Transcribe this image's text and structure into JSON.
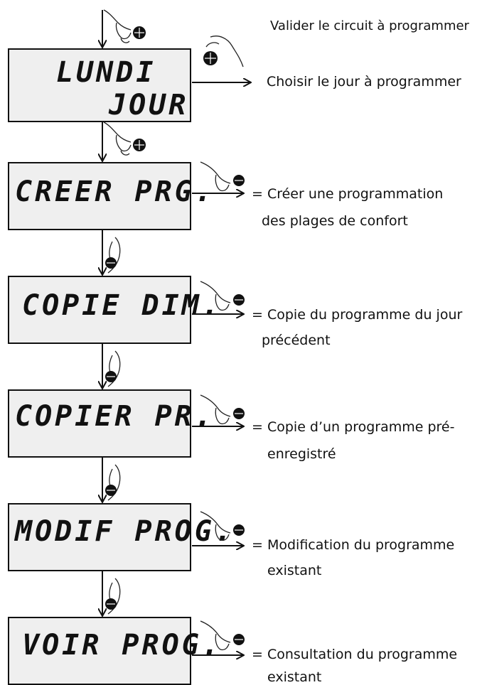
{
  "screens": [
    {
      "line1": "LUNDI",
      "line2": "JOUR"
    },
    {
      "text": "CREER PRG."
    },
    {
      "text": "COPIE DIM."
    },
    {
      "text": "COPIER PR."
    },
    {
      "text": "MODIF PROG."
    },
    {
      "text": "VOIR PROG."
    }
  ],
  "annotations": {
    "validate": "Valider le circuit à programmer",
    "choose_day": "Choisir le jour à programmer",
    "create": {
      "line1": "= Créer une programmation",
      "line2": "des plages de confort"
    },
    "copy_prev": {
      "line1": "= Copie du programme du jour",
      "line2": "précédent"
    },
    "copy_preset": {
      "line1": "= Copie d’un programme pré-",
      "line2": "enregistré"
    },
    "modify": {
      "line1": "= Modification du programme",
      "line2": "existant"
    },
    "view": {
      "line1": "= Consultation du programme",
      "line2": "existant"
    }
  },
  "icons": {
    "press": "hand-pressing-knob-icon",
    "turn": "hand-turning-knob-icon"
  }
}
